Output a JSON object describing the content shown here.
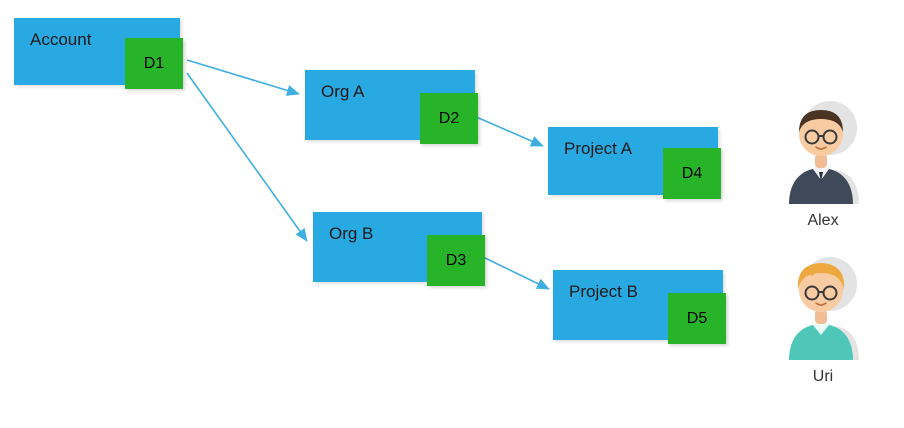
{
  "diagram": {
    "nodes": [
      {
        "id": "account",
        "label": "Account",
        "badge": "D1"
      },
      {
        "id": "org-a",
        "label": "Org A",
        "badge": "D2"
      },
      {
        "id": "org-b",
        "label": "Org B",
        "badge": "D3"
      },
      {
        "id": "project-a",
        "label": "Project A",
        "badge": "D4"
      },
      {
        "id": "project-b",
        "label": "Project B",
        "badge": "D5"
      }
    ],
    "edges": [
      {
        "from": "account",
        "to": "org-a"
      },
      {
        "from": "account",
        "to": "org-b"
      },
      {
        "from": "org-a",
        "to": "project-a"
      },
      {
        "from": "org-b",
        "to": "project-b"
      }
    ]
  },
  "users": [
    {
      "name": "Alex"
    },
    {
      "name": "Uri"
    }
  ],
  "colors": {
    "box": "#29A9E1",
    "badge": "#28B428",
    "arrow": "#3FAEE0"
  }
}
